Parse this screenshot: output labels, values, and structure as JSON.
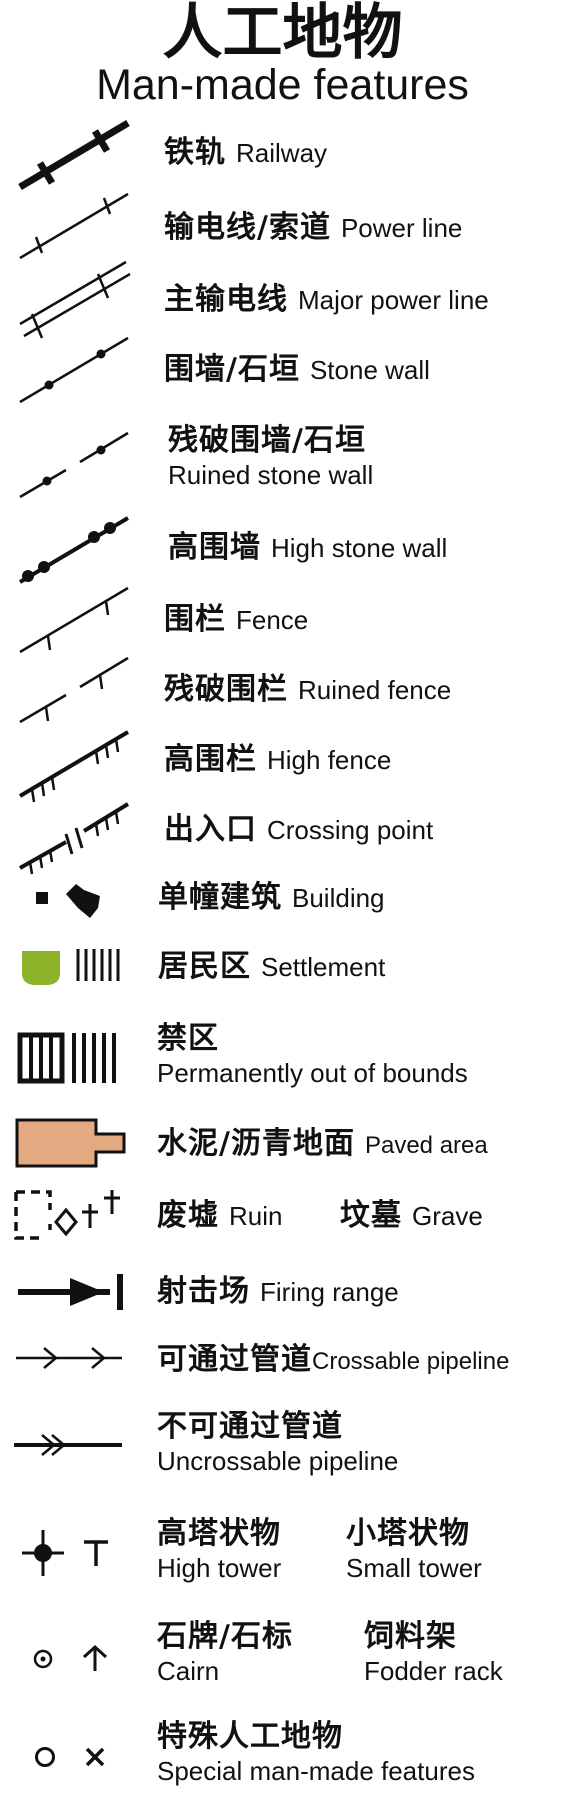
{
  "title": {
    "zh": "人工地物",
    "en": "Man-made features"
  },
  "items": [
    {
      "zh": "铁轨",
      "en": "Railway",
      "symbol": "railway-icon"
    },
    {
      "zh": "输电线/索道",
      "en": "Power line",
      "symbol": "power-line-icon"
    },
    {
      "zh": "主输电线",
      "en": "Major power line",
      "symbol": "major-power-line-icon"
    },
    {
      "zh": "围墙/石垣",
      "en": "Stone wall",
      "symbol": "stone-wall-icon"
    },
    {
      "zh": "残破围墙/石垣",
      "en": "Ruined stone wall",
      "symbol": "ruined-stone-wall-icon"
    },
    {
      "zh": "高围墙",
      "en": "High stone wall",
      "symbol": "high-stone-wall-icon"
    },
    {
      "zh": "围栏",
      "en": "Fence",
      "symbol": "fence-icon"
    },
    {
      "zh": "残破围栏",
      "en": "Ruined fence",
      "symbol": "ruined-fence-icon"
    },
    {
      "zh": "高围栏",
      "en": "High fence",
      "symbol": "high-fence-icon"
    },
    {
      "zh": "出入口",
      "en": "Crossing point",
      "symbol": "crossing-point-icon"
    },
    {
      "zh": "单幢建筑",
      "en": "Building",
      "symbol": "building-icon"
    },
    {
      "zh": "居民区",
      "en": "Settlement",
      "symbol": "settlement-icon"
    },
    {
      "zh": "禁区",
      "en": "Permanently out of bounds",
      "symbol": "out-of-bounds-icon"
    },
    {
      "zh": "水泥/沥青地面",
      "en": "Paved area",
      "symbol": "paved-area-icon"
    },
    {
      "zh": "废墟",
      "en": "Ruin",
      "zh2": "坟墓",
      "en2": "Grave",
      "symbol": "ruin-grave-icon"
    },
    {
      "zh": "射击场",
      "en": "Firing range",
      "symbol": "firing-range-icon"
    },
    {
      "zh": "可通过管道",
      "en": "Crossable pipeline",
      "symbol": "crossable-pipeline-icon"
    },
    {
      "zh": "不可通过管道",
      "en": "Uncrossable pipeline",
      "symbol": "uncrossable-pipeline-icon"
    },
    {
      "zh": "高塔状物",
      "en": "High tower",
      "zh2": "小塔状物",
      "en2": "Small tower",
      "symbol": "tower-icon"
    },
    {
      "zh": "石牌/石标",
      "en": "Cairn",
      "zh2": "饲料架",
      "en2": "Fodder rack",
      "symbol": "cairn-fodder-rack-icon"
    },
    {
      "zh": "特殊人工地物",
      "en": "Special man-made features",
      "symbol": "special-feature-icon"
    }
  ],
  "colors": {
    "ink": "#111111",
    "settlement": "#8db32b",
    "paved": "#e3a980"
  }
}
